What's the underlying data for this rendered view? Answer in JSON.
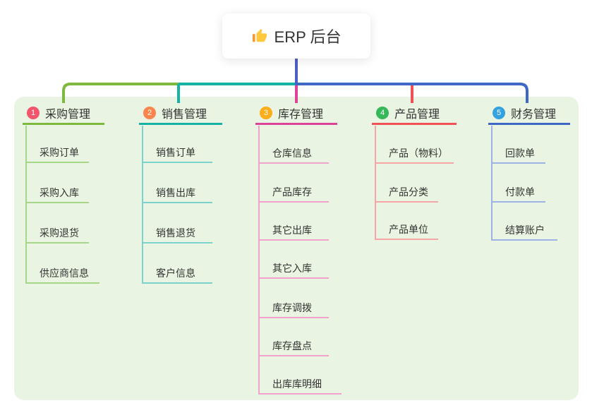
{
  "root": {
    "label": "ERP 后台",
    "icon": "thumbs-up-icon"
  },
  "colors": {
    "panel_bg": "#E9F5E2",
    "stem": "#4E5EC8",
    "text": "#333333"
  },
  "branches": [
    {
      "num": "1",
      "label": "采购管理",
      "line_color": "#7CB93E",
      "light_color": "#A6D687",
      "badge_color": "#F3566C",
      "children": [
        "采购订单",
        "采购入库",
        "采购退货",
        "供应商信息"
      ]
    },
    {
      "num": "2",
      "label": "销售管理",
      "line_color": "#15B2A8",
      "light_color": "#7BD2CB",
      "badge_color": "#F9854C",
      "children": [
        "销售订单",
        "销售出库",
        "销售退货",
        "客户信息"
      ]
    },
    {
      "num": "3",
      "label": "库存管理",
      "line_color": "#DD4498",
      "light_color": "#F2A3CC",
      "badge_color": "#FBAD1A",
      "children": [
        "仓库信息",
        "产品库存",
        "其它出库",
        "其它入库",
        "库存调拨",
        "库存盘点",
        "出库库明细"
      ]
    },
    {
      "num": "4",
      "label": "产品管理",
      "line_color": "#F05056",
      "light_color": "#F6A6A6",
      "badge_color": "#34B85A",
      "children": [
        "产品（物料）",
        "产品分类",
        "产品单位"
      ]
    },
    {
      "num": "5",
      "label": "财务管理",
      "line_color": "#3E67C6",
      "light_color": "#9DB3E3",
      "badge_color": "#33A2DE",
      "children": [
        "回款单",
        "付款单",
        "结算账户"
      ]
    }
  ]
}
